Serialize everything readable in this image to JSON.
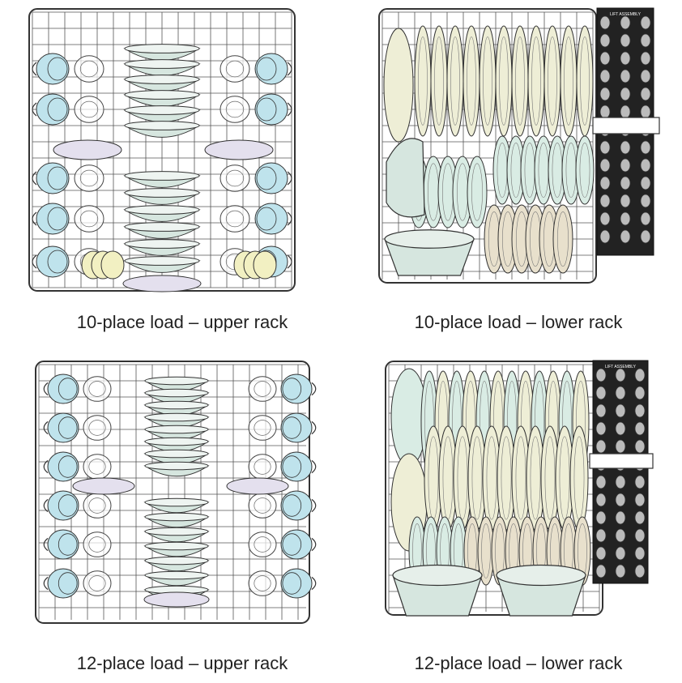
{
  "panels": [
    {
      "id": "upper10",
      "caption": "10-place load – upper rack"
    },
    {
      "id": "lower10",
      "caption": "10-place load – lower rack",
      "basket_label": "LIFT ASSEMBLY"
    },
    {
      "id": "upper12",
      "caption": "12-place load – upper rack"
    },
    {
      "id": "lower12",
      "caption": "12-place load – lower rack",
      "basket_label": "LIFT ASSEMBLY"
    }
  ],
  "colors": {
    "wire": "#555555",
    "cup": "#bfe3ec",
    "bowl": "#d6e6df",
    "saucer": "#e4e0ee",
    "plate_cream": "#eeeed6",
    "plate_green": "#d9ece4",
    "plate_tan": "#e8e0cc",
    "yellow_cup": "#f2f0c2"
  }
}
